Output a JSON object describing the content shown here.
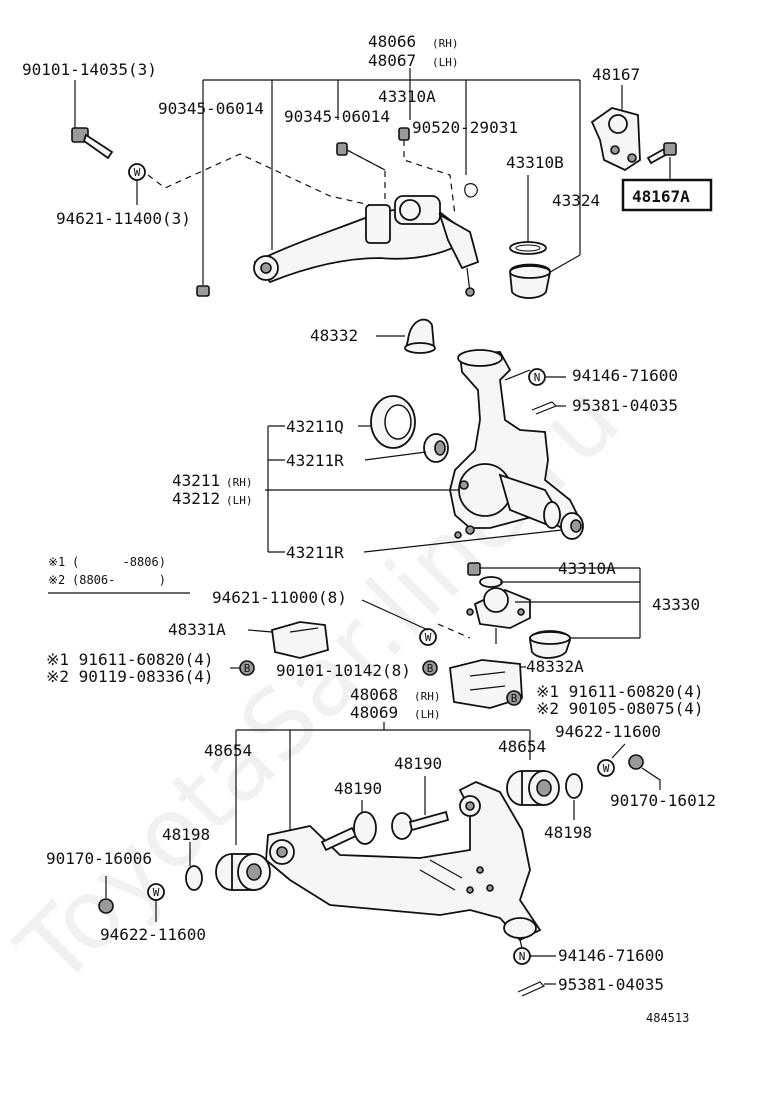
{
  "watermark": "ToyotaSar.line.ru",
  "diagram_id": "484513",
  "notes": [
    {
      "mark": "※1",
      "text": "(      -8806)"
    },
    {
      "mark": "※2",
      "text": "(8806-      )"
    }
  ],
  "labels": {
    "p48066": "48066",
    "p48066_side": "(RH)",
    "p48067": "48067",
    "p48067_side": "(LH)",
    "p90101_14035": "90101-14035(3)",
    "p90345_06014_a": "90345-06014",
    "p90345_06014_b": "90345-06014",
    "p43310a_top": "43310A",
    "p90520_29031": "90520-29031",
    "p43310b": "43310B",
    "p43324": "43324",
    "p48167": "48167",
    "p48167a": "48167A",
    "p94621_11400": "94621-11400(3)",
    "p48332": "48332",
    "p94146_71600_top": "94146-71600",
    "p95381_04035_top": "95381-04035",
    "p43211q": "43211Q",
    "p43211r_a": "43211R",
    "p43211": "43211",
    "p43211_side": "(RH)",
    "p43212": "43212",
    "p43212_side": "(LH)",
    "p43211r_b": "43211R",
    "p43310a_mid": "43310A",
    "p94621_11000": "94621-11000(8)",
    "p43330": "43330",
    "p48331a": "48331A",
    "p91611_60820_left": "※1 91611-60820(4)",
    "p90119_08336": "※2 90119-08336(4)",
    "p90101_10142": "90101-10142(8)",
    "p48332a": "48332A",
    "p91611_60820_right": "※1 91611-60820(4)",
    "p90105_08075": "※2 90105-08075(4)",
    "p48068": "48068",
    "p48068_side": "(RH)",
    "p48069": "48069",
    "p48069_side": "(LH)",
    "p48654_left": "48654",
    "p48654_right": "48654",
    "p48190_top": "48190",
    "p48190_mid": "48190",
    "p94622_11600_right": "94622-11600",
    "p90170_16012": "90170-16012",
    "p48198_left": "48198",
    "p48198_right": "48198",
    "p90170_16006": "90170-16006",
    "p94622_11600_left": "94622-11600",
    "p94146_71600_bot": "94146-71600",
    "p95381_04035_bot": "95381-04035"
  },
  "icons": {
    "washer_w": "W",
    "nut_n": "N",
    "bolt_b": "B"
  }
}
